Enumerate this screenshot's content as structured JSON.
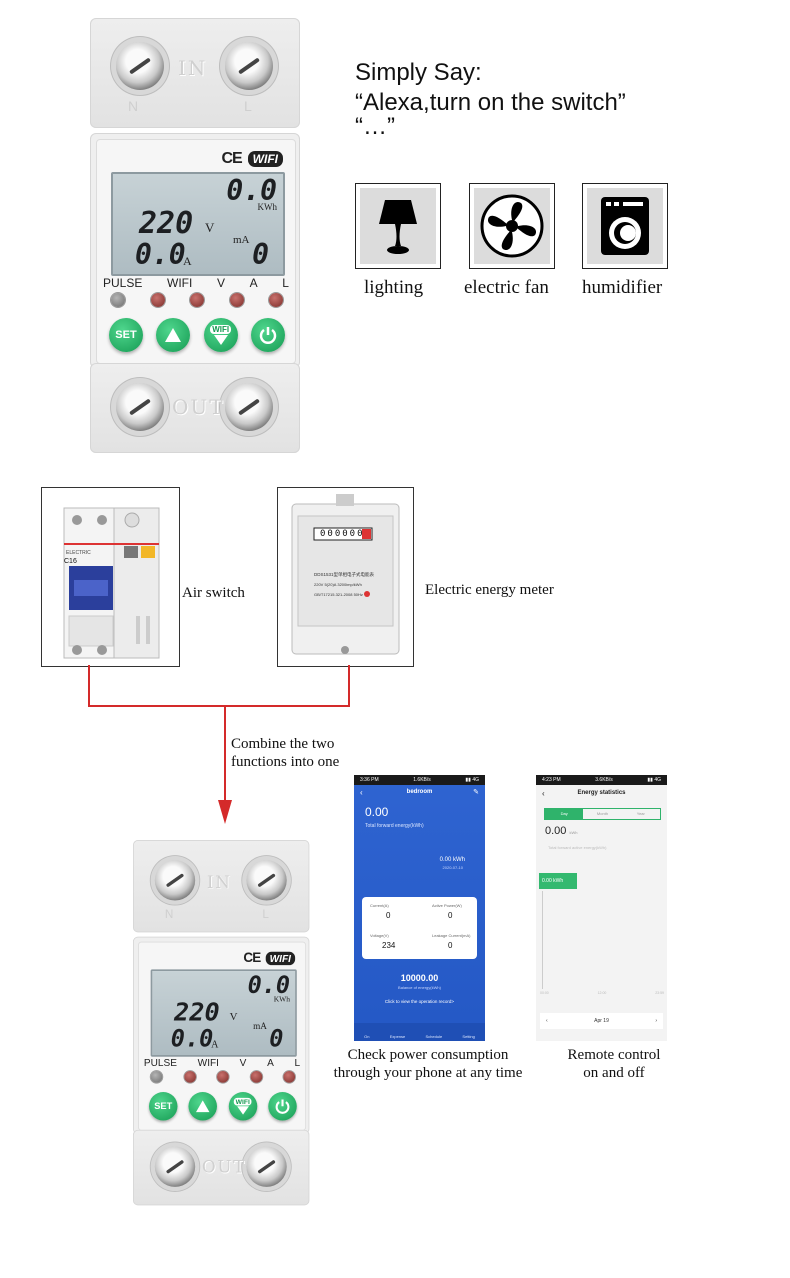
{
  "device": {
    "top_terminal_label": "IN",
    "left_terminal": "N",
    "right_terminal": "L",
    "bottom_terminal_label": "OUT",
    "ce_mark": "CE",
    "wifi_badge": "WIFI",
    "lcd": {
      "energy": "0.0",
      "energy_unit": "KWh",
      "voltage": "220",
      "voltage_unit": "V",
      "current": "0.0",
      "current_unit": "A",
      "leakage": "0",
      "leakage_unit": "mA"
    },
    "indicator_labels": [
      "PULSE",
      "WIFI",
      "V",
      "A",
      "L"
    ],
    "buttons": {
      "set": "SET",
      "up_icon": "triangle-up-icon",
      "wifi": "WIFI",
      "power_icon": "power-icon"
    }
  },
  "alexa": {
    "line1": "Simply Say:",
    "line2": "“Alexa,turn on the switch”",
    "line3": "“…”"
  },
  "appliances": [
    {
      "label": "lighting",
      "icon": "lamp-icon"
    },
    {
      "label": "electric fan",
      "icon": "fan-icon"
    },
    {
      "label": "humidifier",
      "icon": "washing-machine-icon"
    }
  ],
  "combine": {
    "air_switch_label": "Air switch",
    "meter_label": "Electric energy meter",
    "combine_text_1": "Combine the two",
    "combine_text_2": "functions into one",
    "breaker_marking": "C16",
    "breaker_brand": "ELECTRIC",
    "meter_model": "DDS1531型单相电子式电能表",
    "meter_reading": "000000",
    "meter_spec": "220V  5(20)A  3200imp/kWh",
    "meter_std": "GB/T17215.321-2008  50Hz"
  },
  "phone1": {
    "status_time": "3:36 PM",
    "status_speed": "1.6KB/s",
    "title": "bedroom",
    "total": "0.00",
    "total_label": "Total forward energy(kWh)",
    "kwh_value": "0.00 kWh",
    "kwh_date": "2020-07-10",
    "cells": [
      {
        "label": "Current(A)",
        "value": "0"
      },
      {
        "label": "Active Power(W)",
        "value": "0"
      },
      {
        "label": "Voltage(V)",
        "value": "234"
      },
      {
        "label": "Leakage Current(mA)",
        "value": "0"
      }
    ],
    "balance": "10000.00",
    "balance_label": "Balance of energy(kWh)",
    "record_link": "Click to view the operation record>",
    "nav": [
      "On",
      "Expense",
      "Schedule",
      "Setting"
    ]
  },
  "phone2": {
    "status_time": "4:23 PM",
    "status_speed": "3.6KB/s",
    "title": "Energy statistics",
    "tabs": [
      "Day",
      "Month",
      "Year"
    ],
    "total": "0.00",
    "total_unit": "kWh",
    "total_label": "Total forward active energy(kWh)",
    "bar_label": "0.00 kWh",
    "x_ticks": [
      "00:00",
      "12:00",
      "23:59"
    ],
    "date": "Apr 19"
  },
  "captions": {
    "phone1_line1": "Check power consumption",
    "phone1_line2": "through your phone at any time",
    "phone2_line1": "Remote control",
    "phone2_line2": "on and off"
  },
  "colors": {
    "button_green": "#1fb462",
    "led_red": "#a53c37",
    "lcd_bg": "#b8c4c9",
    "arrow_red": "#d42a2a",
    "app_blue": "#2a5fcf"
  }
}
